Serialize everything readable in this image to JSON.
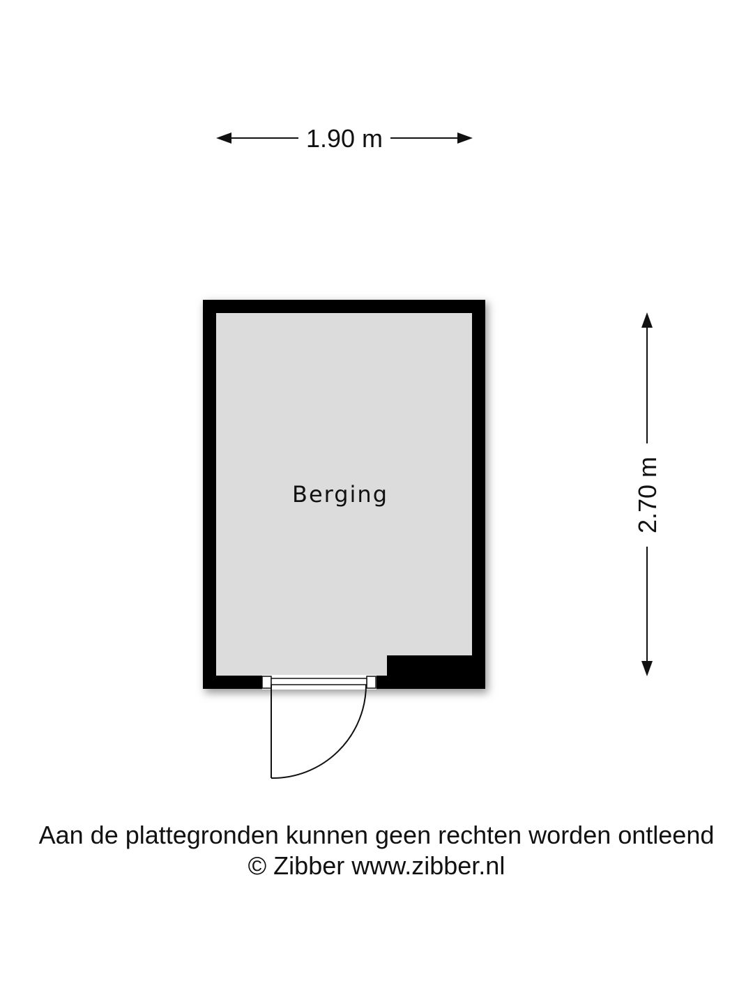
{
  "floorplan": {
    "width_label": "1.90 m",
    "height_label": "2.70 m",
    "room_label": "Berging",
    "colors": {
      "wall": "#000000",
      "floor": "#dcdcdc",
      "line": "#111111"
    }
  },
  "footer": {
    "disclaimer": "Aan de plattegronden kunnen geen rechten worden ontleend",
    "copyright": "© Zibber www.zibber.nl"
  }
}
